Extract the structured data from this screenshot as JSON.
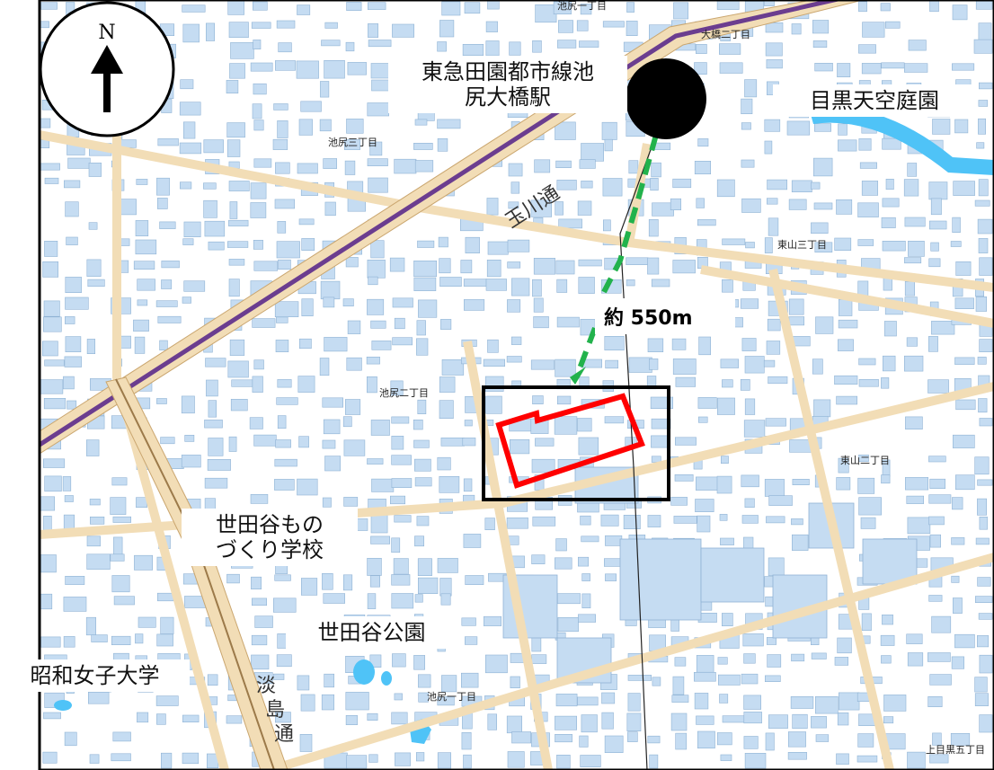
{
  "map": {
    "colors": {
      "background": "#ffffff",
      "block": "#c5dcf2",
      "block_stroke": "#8fb2d4",
      "main_road": "#f2ddb6",
      "road_center_line": "#6b3d8f",
      "water": "#4fc3f7",
      "route_dash": "#22b24c",
      "site_outline": "#ff0000",
      "frame": "#000000"
    },
    "compass": {
      "label": "N",
      "icon": "north-arrow-icon"
    },
    "station": {
      "name": "東急田園都市線池\n尻大橋駅",
      "marker_icon": "black-circle-station-icon"
    },
    "landmarks": {
      "meguro_garden": "目黒天空庭園",
      "monozukuri_school": "世田谷もの\nづくり学校",
      "setagaya_park": "世田谷公園",
      "showa_university": "昭和女子大学"
    },
    "roads": {
      "tamagawa_dori": "玉川通",
      "side_road": "淡島\n通"
    },
    "district_labels": {
      "ohashi_2": "大橋二丁目",
      "ikejiri_3": "池尻三丁目",
      "higashiyama_3": "東山三丁目",
      "ikejiri_2": "池尻二丁目",
      "higashiyama_2": "東山二丁目",
      "ikejiri_1": "池尻一丁目",
      "kamimeguro_5": "上目黒五丁目",
      "ohashi_top": "池尻一丁目"
    },
    "route": {
      "distance": "約 550m"
    }
  }
}
